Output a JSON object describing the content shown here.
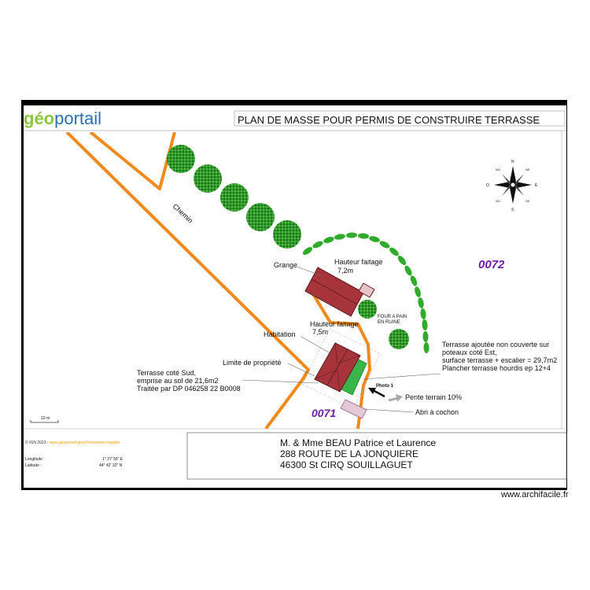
{
  "header": {
    "logo_geo": "géo",
    "logo_portail": "portail",
    "title": "PLAN DE MASSE POUR PERMIS DE CONSTRUIRE TERRASSE"
  },
  "map": {
    "chemin_label": "Chemin",
    "grange_label": "Grange",
    "grange_height_1": "Hauteur faitage",
    "grange_height_2": "7,2m",
    "four_1": "FOUR A PAIN",
    "four_2": "EN RUINE",
    "habitation_label": "Habitation",
    "habitation_height_1": "Hauteur faitage",
    "habitation_height_2": "7,5m",
    "limite_label": "Limite de propriété",
    "terrasse_sud_1": "Terrasse  coté Sud,",
    "terrasse_sud_2": "emprise au sol de 21,6m2",
    "terrasse_sud_3": "Traitée par DP 046258 22 B0008",
    "terrasse_est_1": "Terrasse ajoutée non couverte sur",
    "terrasse_est_2": "poteaux  coté Est,",
    "terrasse_est_3": "surface terrasse + escalier = 29,7m2",
    "terrasse_est_4": "Plancher terrasse hourdis ep 12+4",
    "photo_label": "Photo 1",
    "pente_label": "Pente terrain 10%",
    "abri_label": "Abri à cochon",
    "parcel_0072": "0072",
    "parcel_0071": "0071",
    "scale_label": "10 m",
    "compass_n": "N",
    "compass_s": "S",
    "compass_e": "E",
    "compass_o": "O",
    "compass_ne": "NE",
    "compass_no": "NO",
    "compass_se": "SE",
    "compass_so": "SO"
  },
  "footer": {
    "copyright": "© IGN 2023 - ",
    "link": "www.geoportail.gouv.fr/mentions-legales",
    "longitude_label": "Longitude :",
    "longitude_value": "1° 27' 56\" E",
    "latitude_label": "Latitude :",
    "latitude_value": "44° 42' 32\" N",
    "owner_line1": "M. & Mme BEAU Patrice et Laurence",
    "owner_line2": "288 ROUTE DE LA JONQUIERE",
    "owner_line3": "46300 St CIRQ SOUILLAGUET"
  },
  "watermark": "www.archifacile.fr",
  "colors": {
    "orange": "#f08a1c",
    "tree": "#1f8a1f",
    "roof": "#a8343b",
    "terrace_green": "#39b54a",
    "parcel_purple": "#6b1fa8",
    "logo_blue": "#2a6fb0",
    "logo_green": "#8dc63f"
  }
}
